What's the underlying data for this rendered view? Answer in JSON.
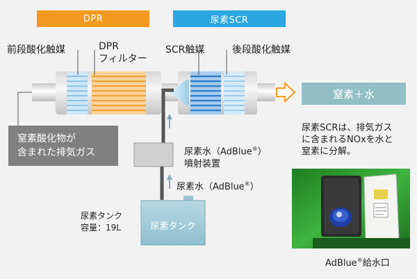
{
  "banners": {
    "dpr": "DPR",
    "scr": "尿素SCR"
  },
  "labels": {
    "pre_oxidation_catalyst": "前段酸化触媒",
    "dpr_filter_line1": "DPR",
    "dpr_filter_line2": "フィルター",
    "scr_catalyst": "SCR触媒",
    "post_oxidation_catalyst": "後段酸化触媒",
    "injector_line1": "尿素水（AdBlue",
    "injector_reg": "®",
    "injector_line1_end": "）",
    "injector_line2": "噴射装置",
    "urea_flow": "尿素水（AdBlue",
    "urea_flow_reg": "®",
    "urea_flow_end": "）",
    "tank_name_line1": "尿素タンク",
    "tank_name_line2": "容量：19L",
    "tank_box": "尿素タンク"
  },
  "exhaust_gas": {
    "line1": "窒素酸化物が",
    "line2": "含まれた排気ガス"
  },
  "result": "窒素＋水",
  "description": {
    "line1": "尿素SCRは、排気ガス",
    "line2": "に含まれるNOxを水と",
    "line3": "窒素に分解。"
  },
  "photo_caption": {
    "text": "AdBlue",
    "reg": "®",
    "end": "給水口"
  },
  "colors": {
    "dpr_banner": "#f39a1e",
    "scr_banner": "#2aa6e0",
    "filter_orange": "#f6a945",
    "scr_blue": "#2f86cf",
    "light_blue": "#a8d4f0",
    "result_box": "#92bfc6",
    "exhaust_box": "#808080",
    "arrow_orange": "#f39a1e",
    "up_arrow": "#7fa8b8",
    "truck_green": "#2e9a2e"
  }
}
